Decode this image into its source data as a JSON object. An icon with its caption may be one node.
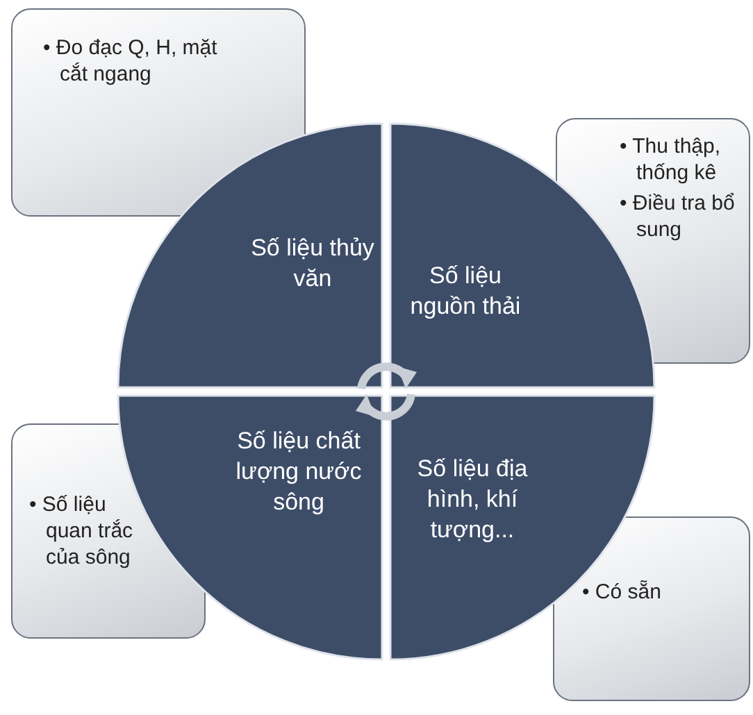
{
  "diagram": {
    "nodes": [
      {
        "text": [
          "• Đo đạc Q, H, mặt cắt ngang"
        ]
      },
      {
        "text": [
          "• Thu thập, thống kê",
          "• Điều tra bổ sung"
        ]
      },
      {
        "text": [
          "Số liệu thủy văn"
        ]
      },
      {
        "text": [
          "Số liệu nguồn thải"
        ]
      },
      {
        "text": [
          "Số liệu chất lượng nước sông"
        ]
      },
      {
        "text": [
          "Số liệu địa hình, khí tượng..."
        ]
      },
      {
        "text": [
          "• Số liệu quan trắc của sông"
        ]
      },
      {
        "text": [
          "• Có sẵn"
        ]
      }
    ],
    "edges": []
  }
}
